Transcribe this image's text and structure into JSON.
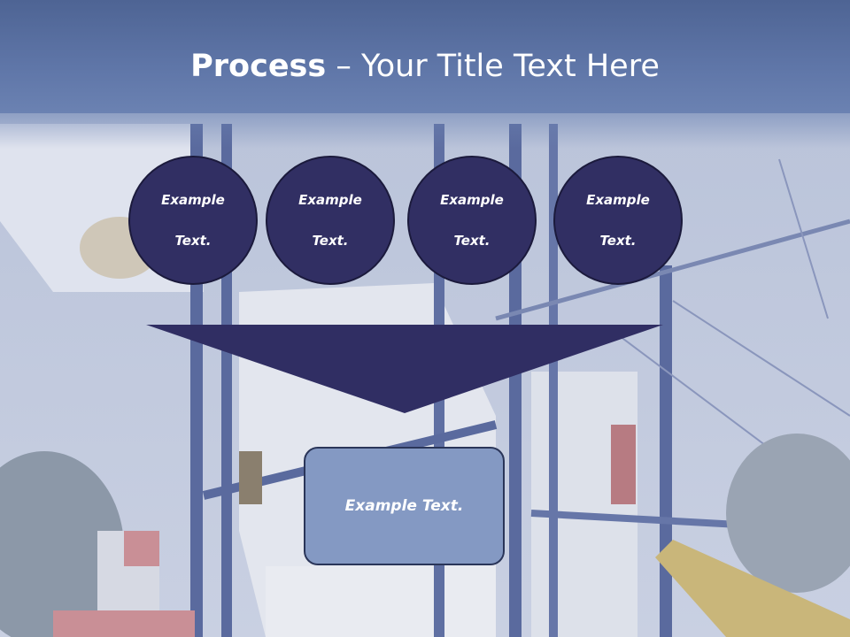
{
  "slide": {
    "title_bold": "Process",
    "title_rest": " – Your Title Text Here"
  },
  "steps": [
    {
      "line1": "Example",
      "line2": "Text."
    },
    {
      "line1": "Example",
      "line2": "Text."
    },
    {
      "line1": "Example",
      "line2": "Text."
    },
    {
      "line1": "Example",
      "line2": "Text."
    }
  ],
  "result": {
    "label": "Example Text."
  },
  "colors": {
    "title_band": "#5f76a8",
    "circle_fill": "#312f63",
    "funnel_fill": "#302e63",
    "result_fill": "#8499c3",
    "text": "#ffffff"
  }
}
